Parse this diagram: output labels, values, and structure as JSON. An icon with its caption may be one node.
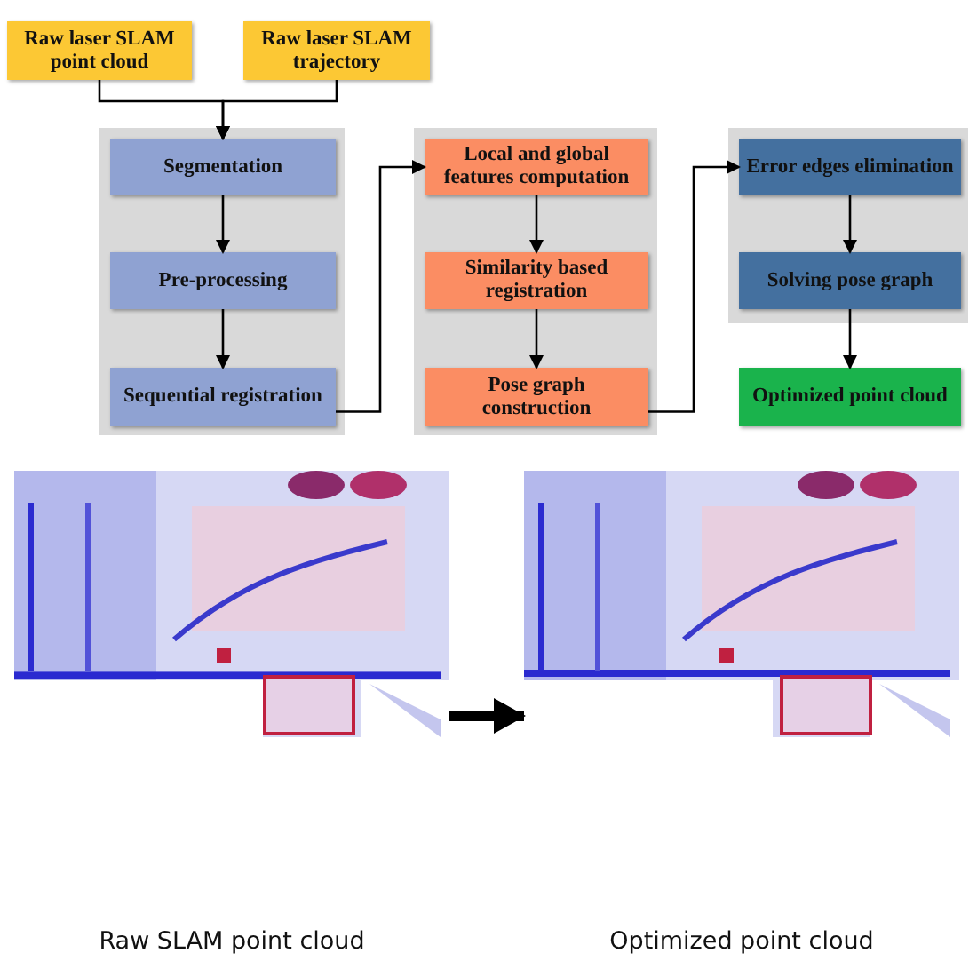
{
  "diagram": {
    "nodes": [
      {
        "text": [
          "Raw laser SLAM point cloud"
        ]
      },
      {
        "text": [
          "Raw laser SLAM trajectory"
        ]
      },
      {
        "text": [],
        "shape": "box"
      },
      {
        "text": [
          "Segmentation"
        ],
        "in": 2
      },
      {
        "text": [
          "Pre-processing"
        ],
        "in": 2
      },
      {
        "text": [
          "Sequential registration"
        ],
        "in": 2
      },
      {
        "text": [],
        "shape": "box"
      },
      {
        "text": [
          "Local and global features computation"
        ],
        "in": 6
      },
      {
        "text": [
          "Similarity based registration"
        ],
        "in": 6
      },
      {
        "text": [
          "Pose graph construction"
        ],
        "in": 6
      },
      {
        "text": [],
        "shape": "box"
      },
      {
        "text": [
          "Error edges elimination"
        ],
        "in": 10
      },
      {
        "text": [
          "Solving pose graph"
        ],
        "in": 10
      },
      {
        "text": [
          "Optimized point cloud"
        ]
      },
      {
        "text": [],
        "shape": "picture"
      },
      {
        "text": [],
        "shape": "picture"
      }
    ],
    "edges": [
      {
        "from": 0,
        "to": 3,
        "arrow": "to"
      },
      {
        "from": 1,
        "to": 3,
        "arrow": "to"
      },
      {
        "from": 3,
        "to": 4,
        "arrow": "to"
      },
      {
        "from": 4,
        "to": 5,
        "arrow": "to"
      },
      {
        "from": 5,
        "to": 7,
        "arrow": "to"
      },
      {
        "from": 7,
        "to": 8,
        "arrow": "to"
      },
      {
        "from": 8,
        "to": 9,
        "arrow": "to"
      },
      {
        "from": 9,
        "to": 11,
        "arrow": "to"
      },
      {
        "from": 11,
        "to": 12,
        "arrow": "to"
      },
      {
        "from": 12,
        "to": 13,
        "arrow": "to"
      },
      {
        "from": 14,
        "to": 15,
        "arrow": "to",
        "style": "thick"
      }
    ],
    "labels": [
      "Raw SLAM point cloud",
      "Optimized point cloud"
    ]
  }
}
